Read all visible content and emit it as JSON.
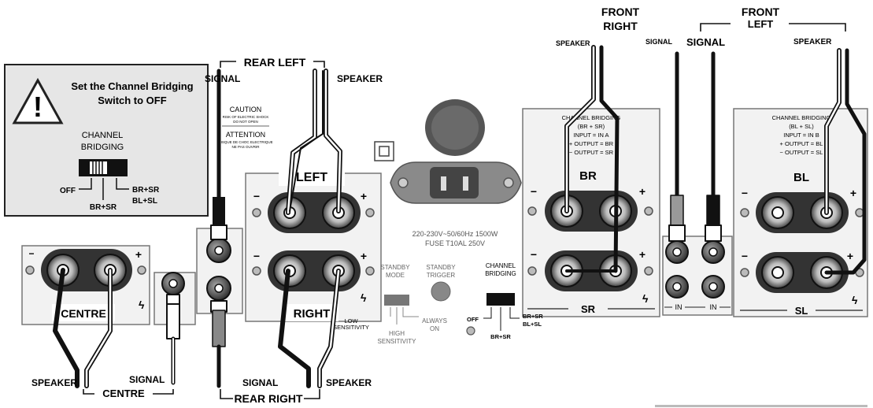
{
  "warning": {
    "line1": "Set the Channel Bridging",
    "line2": "Switch to OFF",
    "switch_label_1": "CHANNEL",
    "switch_label_2": "BRIDGING",
    "off": "OFF",
    "br_sr": "BR+SR",
    "br_sr_bl_sl_1": "BR+SR",
    "br_sr_bl_sl_2": "BL+SL"
  },
  "labels": {
    "rear_left": "REAR LEFT",
    "rear_right": "REAR RIGHT",
    "centre": "CENTRE",
    "front_right_1": "FRONT",
    "front_right_2": "RIGHT",
    "front_left_1": "FRONT",
    "front_left_2": "LEFT",
    "signal": "SIGNAL",
    "speaker": "SPEAKER"
  },
  "panel": {
    "caution_title": "CAUTION",
    "caution_sub1": "RISK OF ELECTRIC SHOCK",
    "caution_sub2": "DO NOT OPEN",
    "attention_title": "ATTENTION",
    "attention_sub1": "RISQUE DE CHOC ELECTRIQUE",
    "attention_sub2": "NE PAS OUVRIR",
    "left": "LEFT",
    "right": "RIGHT",
    "centre": "CENTRE",
    "minus": "−",
    "plus": "+",
    "low_sensitivity_1": "LOW",
    "low_sensitivity_2": "SENSITIVITY",
    "power_rating": "220-230V~50/60Hz 1500W",
    "fuse": "FUSE T10AL 250V",
    "standby_mode_1": "STANDBY",
    "standby_mode_2": "MODE",
    "standby_trigger_1": "STANDBY",
    "standby_trigger_2": "TRIGGER",
    "high_sensitivity_1": "HIGH",
    "high_sensitivity_2": "SENSITIVITY",
    "always_on_1": "ALWAYS",
    "always_on_2": "ON",
    "channel_bridging_1": "CHANNEL",
    "channel_bridging_2": "BRIDGING",
    "off": "OFF",
    "br_sr": "BR+SR",
    "br_sr_2": "BR+SR",
    "bl_sl": "BL+SL",
    "br": "BR",
    "sr": "SR",
    "bl": "BL",
    "sl": "SL",
    "in": "IN",
    "bridging_br_1": "CHANNEL BRIDGING",
    "bridging_br_2": "(BR + SR)",
    "bridging_br_3": "INPUT = IN A",
    "bridging_br_4": "+ OUTPUT = BR",
    "bridging_br_5": "− OUTPUT = SR",
    "bridging_bl_1": "CHANNEL BRIDGING",
    "bridging_bl_2": "(BL + SL)",
    "bridging_bl_3": "INPUT = IN B",
    "bridging_bl_4": "+ OUTPUT = BL",
    "bridging_bl_5": "− OUTPUT = SL"
  }
}
